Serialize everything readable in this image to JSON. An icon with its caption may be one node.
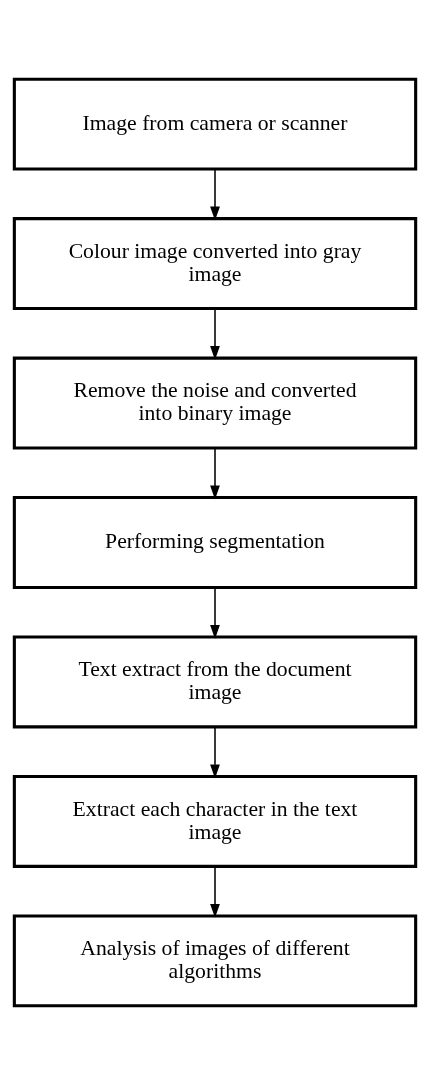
{
  "diagram": {
    "nodes": [
      {
        "text": [
          "Image from camera or scanner"
        ]
      },
      {
        "text": [
          "Colour image converted into gray image"
        ]
      },
      {
        "text": [
          "Remove the noise and converted into binary image"
        ]
      },
      {
        "text": [
          "Performing segmentation"
        ]
      },
      {
        "text": [
          "Text extract from the document image"
        ]
      },
      {
        "text": [
          "Extract each character in the text image"
        ]
      },
      {
        "text": [
          "Analysis of images of different algorithms"
        ]
      }
    ],
    "edges": [
      {
        "from": 0,
        "to": 1,
        "arrow": "to"
      },
      {
        "from": 1,
        "to": 2,
        "arrow": "to"
      },
      {
        "from": 2,
        "to": 3,
        "arrow": "to"
      },
      {
        "from": 3,
        "to": 4,
        "arrow": "to"
      },
      {
        "from": 4,
        "to": 5,
        "arrow": "to"
      },
      {
        "from": 5,
        "to": 6,
        "arrow": "to"
      }
    ]
  }
}
